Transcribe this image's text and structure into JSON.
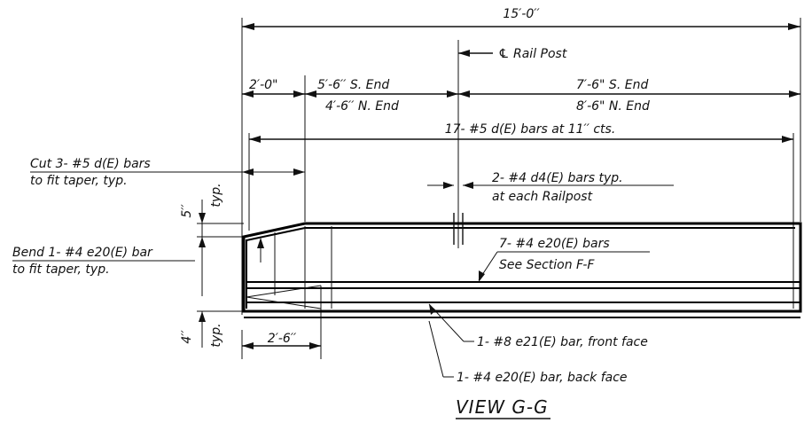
{
  "dimensions": {
    "overall": "15′-0′′",
    "rail_post_label": "℄ Rail Post",
    "left_2ft": "2′-0\"",
    "s_end_left": "5′-6′′ S. End",
    "n_end_left": "4′-6′′ N. End",
    "s_end_right": "7′-6\" S. End",
    "n_end_right": "8′-6\" N. End",
    "bars_17": "17- #5 d(E) bars at 11′′ cts.",
    "taper_base": "2′-6′′",
    "top_5in": "5′′",
    "top_5in_typ": "typ.",
    "bot_4in": "4′′",
    "bot_4in_typ": "typ."
  },
  "notes": {
    "cut_line1": "Cut 3- #5 d(E) bars",
    "cut_line2": "to fit taper, typ.",
    "bend_line1": "Bend 1- #4 e20(E) bar",
    "bend_line2": "to fit taper, typ.",
    "d4_line1": "2- #4 d4(E) bars typ.",
    "d4_line2": "at each Railpost",
    "e20_line1": "7- #4 e20(E) bars",
    "e20_line2": "See Section F-F",
    "e21_note": "1- #8 e21(E) bar, front face",
    "e20_back_note": "1- #4 e20(E) bar, back face"
  },
  "title": "VIEW G-G"
}
